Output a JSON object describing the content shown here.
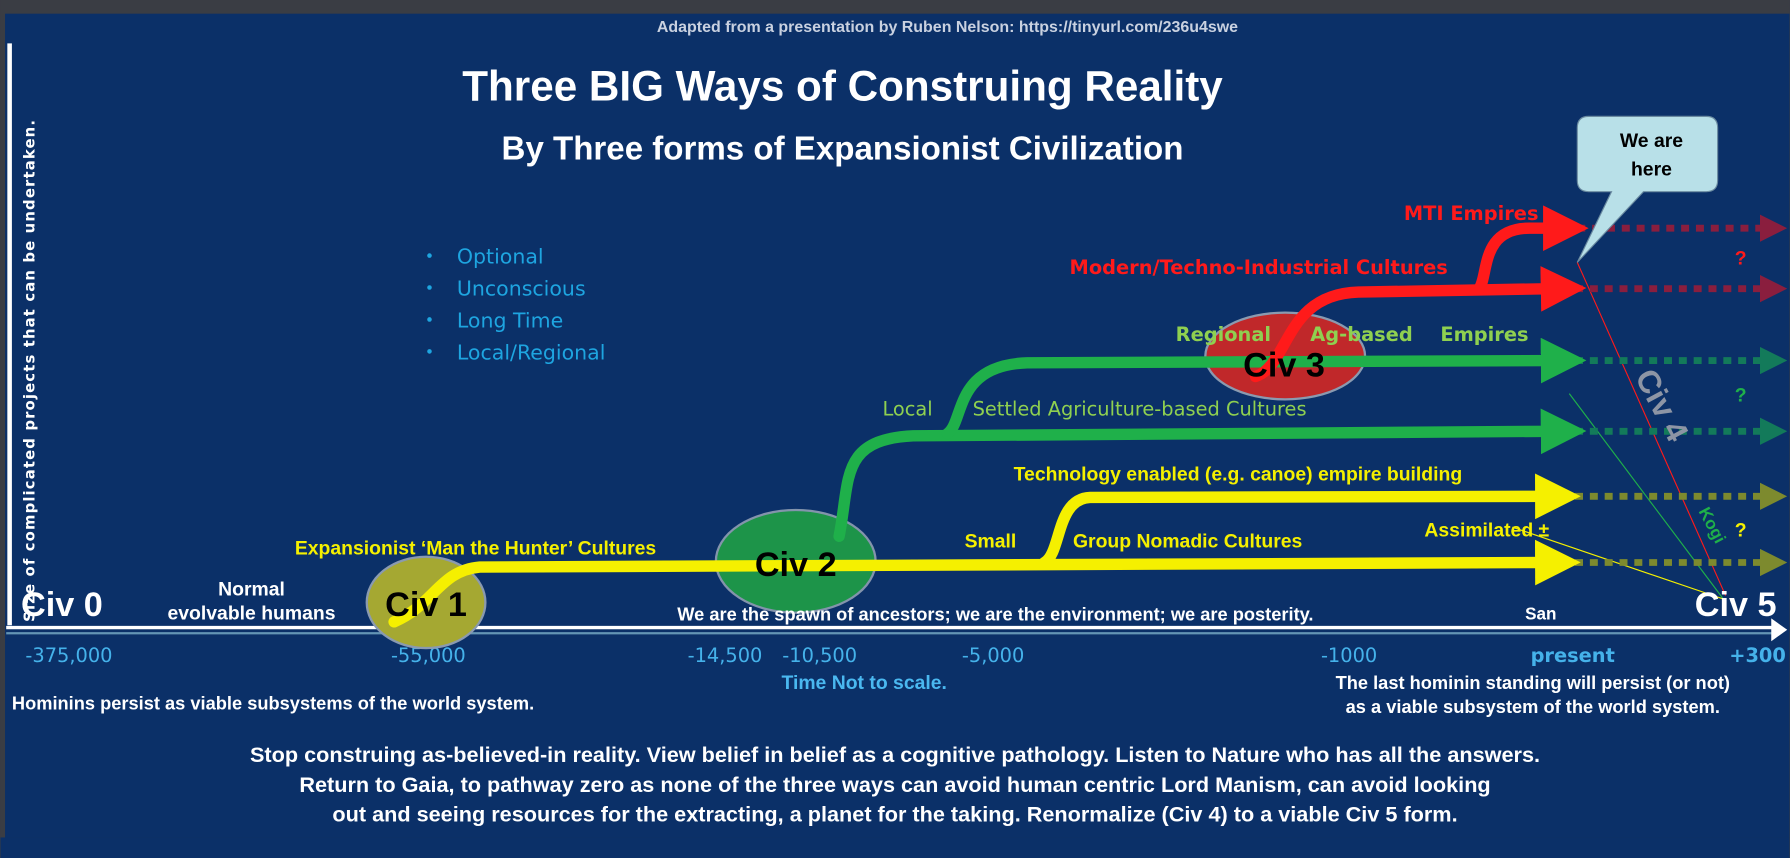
{
  "header": "Adapted from a presentation by Ruben Nelson:  https://tinyurl.com/236u4swe",
  "title": "Three BIG Ways of Construing Reality",
  "subtitle": "By Three forms of Expansionist Civilization",
  "bullets": [
    "Optional",
    "Unconscious",
    "Long Time",
    "Local/Regional"
  ],
  "y_axis_label": "Size of complicated projects that can be undertaken.",
  "x_axis": {
    "ticks": [
      "-375,000",
      "-55,000",
      "-14,500",
      "-10,500",
      "-5,000",
      "-1000",
      "present",
      "+300"
    ],
    "note": "Time Not to scale."
  },
  "civs": {
    "civ0": "Civ 0",
    "civ1": "Civ 1",
    "civ2": "Civ 2",
    "civ3": "Civ 3",
    "civ4": "Civ 4",
    "civ5": "Civ 5"
  },
  "labels": {
    "normal1": "Normal",
    "normal2": "evolvable humans",
    "hunter": "Expansionist ‘Man the Hunter’ Cultures",
    "small": "Small",
    "nomadic": "Group Nomadic Cultures",
    "tech": "Technology enabled (e.g. canoe) empire building",
    "local": "Local",
    "settled": "Settled Agriculture-based Cultures",
    "regional": "Regional",
    "agbased": "Ag-based",
    "empires": "Empires",
    "modern": "Modern/Techno-Industrial Cultures",
    "mti": "MTI Empires",
    "assimilated": "Assimilated ±",
    "kogi": "Kogi",
    "san": "San",
    "question": "?",
    "bubble1": "We are",
    "bubble2": "here",
    "spawn": "We are the spawn of ancestors; we are the environment; we are posterity.",
    "hominins": "Hominins persist as viable subsystems of the world system.",
    "last1": "The last hominin standing  will persist (or not)",
    "last2": "as a  viable subsystem of the world system."
  },
  "caption": [
    "Stop construing as-believed-in reality. View  belief in belief as a cognitive pathology. Listen to Nature who has all the answers.",
    "Return to Gaia, to pathway zero as none of the three ways can avoid human centric Lord Manism, can avoid looking",
    "out and seeing resources for the extracting, a planet for the taking. Renormalize (Civ 4) to a viable Civ 5 form."
  ],
  "colors": {
    "background": "#0b3068",
    "yellow": "#f5f000",
    "green": "#1fb04a",
    "red": "#ff1a1a",
    "tick": "#45b2ea"
  }
}
